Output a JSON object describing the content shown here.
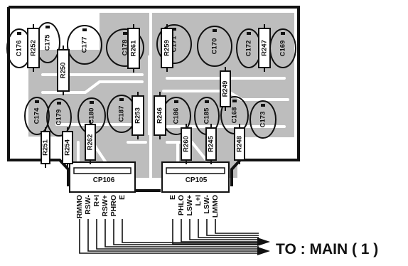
{
  "capacitors": [
    "C176",
    "C175",
    "C177",
    "C178",
    "C171",
    "C170",
    "C172",
    "C169",
    "C174",
    "C179",
    "C180",
    "C187",
    "C186",
    "C185",
    "C168",
    "C173"
  ],
  "resistors": [
    "R252",
    "R250",
    "R251",
    "R261",
    "R259",
    "R247",
    "R249",
    "R254",
    "R262",
    "R253",
    "R246",
    "R260",
    "R245",
    "R248"
  ],
  "connectors": [
    "CP106",
    "CP105"
  ],
  "left_pins": [
    "RMMO",
    "RSW-",
    "R+I",
    "RSW+",
    "PHRO",
    "E"
  ],
  "right_pins": [
    "E",
    "PHLO",
    "LSW+",
    "L+I",
    "LSW-",
    "LMMO"
  ],
  "destination": "TO : MAIN ( 1 )",
  "colors": {
    "ink": "#111111",
    "copper": "#bdbdbd",
    "background": "#ffffff"
  }
}
